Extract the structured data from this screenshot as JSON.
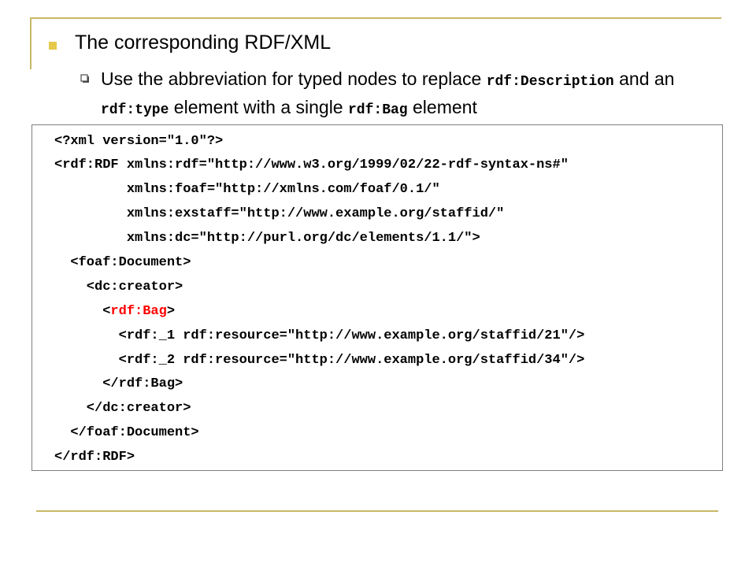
{
  "heading": "The corresponding RDF/XML",
  "subpoint": {
    "t1": "Use the abbreviation for typed nodes to replace ",
    "c1": "rdf:Description",
    "t2": " and an ",
    "c2": "rdf:type",
    "t3": " element with a single ",
    "c3": "rdf:Bag",
    "t4": " element"
  },
  "code": {
    "l1": "<?xml version=\"1.0\"?>",
    "l2": "<rdf:RDF xmlns:rdf=\"http://www.w3.org/1999/02/22-rdf-syntax-ns#\"",
    "l3": "         xmlns:foaf=\"http://xmlns.com/foaf/0.1/\"",
    "l4": "         xmlns:exstaff=\"http://www.example.org/staffid/\"",
    "l5": "         xmlns:dc=\"http://purl.org/dc/elements/1.1/\">",
    "l6": "  <foaf:Document>",
    "l7": "    <dc:creator>",
    "l8_pre": "      <",
    "l8_red": "rdf:Bag",
    "l8_post": ">",
    "l9": "        <rdf:_1 rdf:resource=\"http://www.example.org/staffid/21\"/>",
    "l10": "        <rdf:_2 rdf:resource=\"http://www.example.org/staffid/34\"/>",
    "l11": "      </rdf:Bag>",
    "l12": "    </dc:creator>",
    "l13": "  </foaf:Document>",
    "l14": "</rdf:RDF>"
  },
  "colors": {
    "rule": "#c8b866",
    "bullet": "#e6c84a",
    "highlight": "#ff0000"
  },
  "icons": {
    "bullet1": "square-bullet-icon",
    "bullet2": "hollow-square-bullet-icon"
  }
}
